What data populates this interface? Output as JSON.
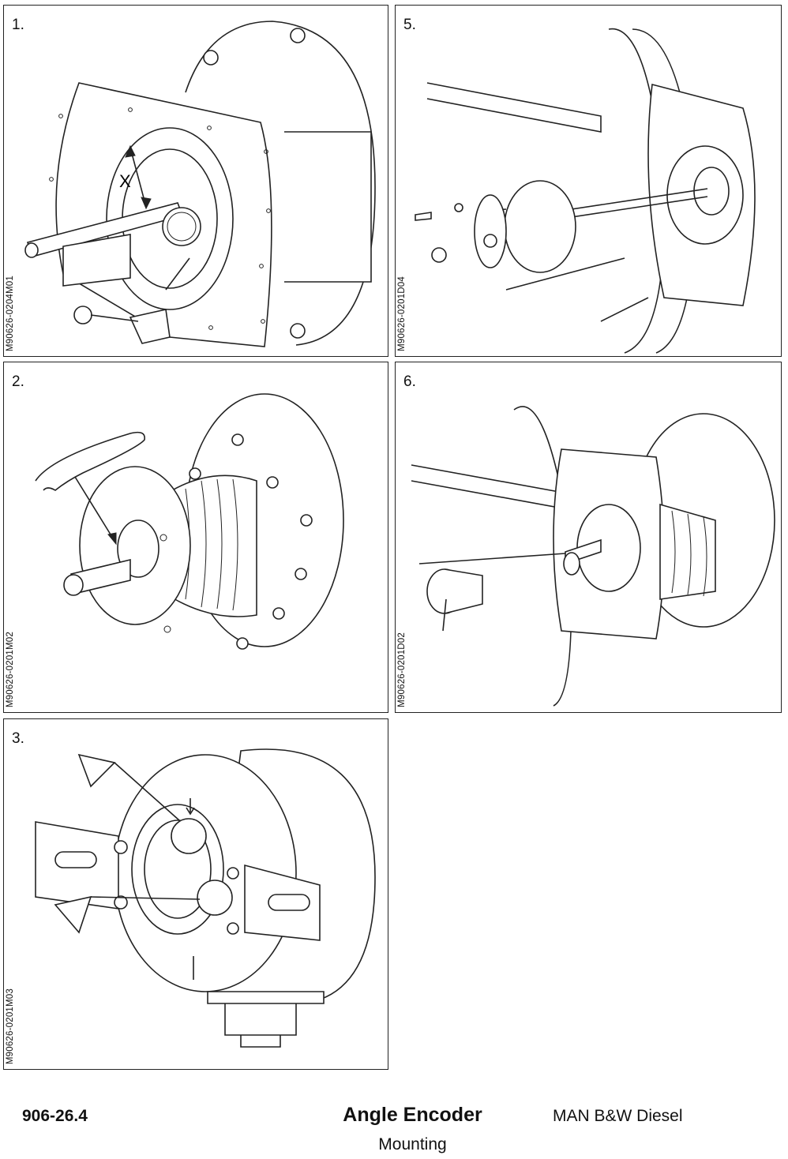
{
  "panels": [
    {
      "step": "1.",
      "figure_code": "M90626-0204M01",
      "dimension_label": "X"
    },
    {
      "step": "2.",
      "figure_code": "M90626-0201M02"
    },
    {
      "step": "3.",
      "figure_code": "M90626-0201M03"
    },
    {
      "step": "5.",
      "figure_code": "M90626-0201D04"
    },
    {
      "step": "6.",
      "figure_code": "M90626-0201D02"
    }
  ],
  "footer": {
    "doc_number": "906-26.4",
    "title": "Angle Encoder",
    "subtitle": "Mounting",
    "brand": "MAN B&W Diesel"
  }
}
